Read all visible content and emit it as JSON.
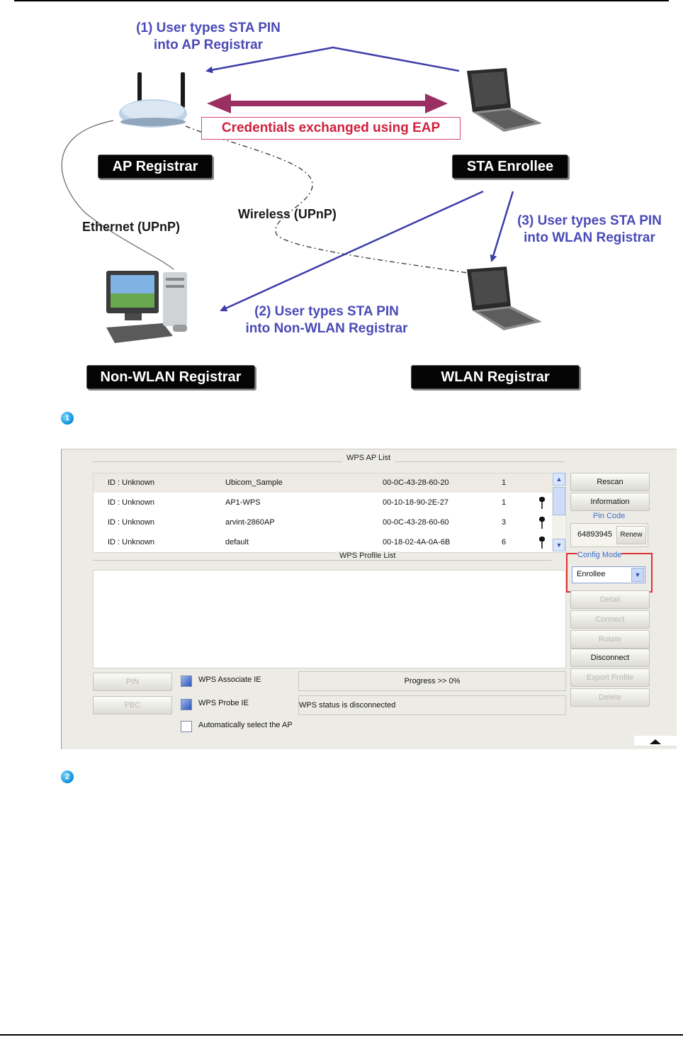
{
  "diagram": {
    "step1_caption": [
      "(1) User types STA PIN",
      "into AP Registrar"
    ],
    "step2_caption": [
      "(2) User types STA PIN",
      "into Non-WLAN Registrar"
    ],
    "step3_caption": [
      "(3) User types STA PIN",
      "into WLAN Registrar"
    ],
    "eap_label": "Credentials exchanged using EAP",
    "ap_registrar": "AP Registrar",
    "sta_enrollee": "STA Enrollee",
    "non_wlan_registrar": "Non-WLAN Registrar",
    "wlan_registrar": "WLAN Registrar",
    "ethernet_label": "Ethernet (UPnP)",
    "wireless_label": "Wireless (UPnP)",
    "colors": {
      "arrow_blue": "#3d3daa",
      "eap_arrow": "#9a2f63",
      "eap_text": "#d0213e"
    }
  },
  "markers": {
    "first": "1",
    "second": "2"
  },
  "wps": {
    "ap_list_title": "WPS AP List",
    "profile_list_title": "WPS Profile List",
    "ap_rows": [
      {
        "id": "ID : Unknown",
        "ssid": "Ubicom_Sample",
        "bssid": "00-0C-43-28-60-20",
        "channel": "1",
        "locked": false
      },
      {
        "id": "ID : Unknown",
        "ssid": "AP1-WPS",
        "bssid": "00-10-18-90-2E-27",
        "channel": "1",
        "locked": true
      },
      {
        "id": "ID : Unknown",
        "ssid": "arvint-2860AP",
        "bssid": "00-0C-43-28-60-60",
        "channel": "3",
        "locked": true
      },
      {
        "id": "ID : Unknown",
        "ssid": "default",
        "bssid": "00-18-02-4A-0A-6B",
        "channel": "6",
        "locked": true
      }
    ],
    "buttons": {
      "rescan": "Rescan",
      "information": "Information",
      "renew": "Renew",
      "detail": "Detail",
      "connect": "Connect",
      "rotate": "Rotate",
      "disconnect": "Disconnect",
      "export_profile": "Export Profile",
      "delete": "Delete",
      "pin": "PIN",
      "pbc": "PBC"
    },
    "pin_code_label": "Pin Code",
    "pin_code_value": "64893945",
    "config_mode_label": "Config Mode",
    "config_mode_value": "Enrollee",
    "wps_associate_ie": "WPS Associate IE",
    "wps_probe_ie": "WPS Probe IE",
    "auto_select": "Automatically select the AP",
    "progress": "Progress >> 0%",
    "status": "WPS status is disconnected"
  }
}
